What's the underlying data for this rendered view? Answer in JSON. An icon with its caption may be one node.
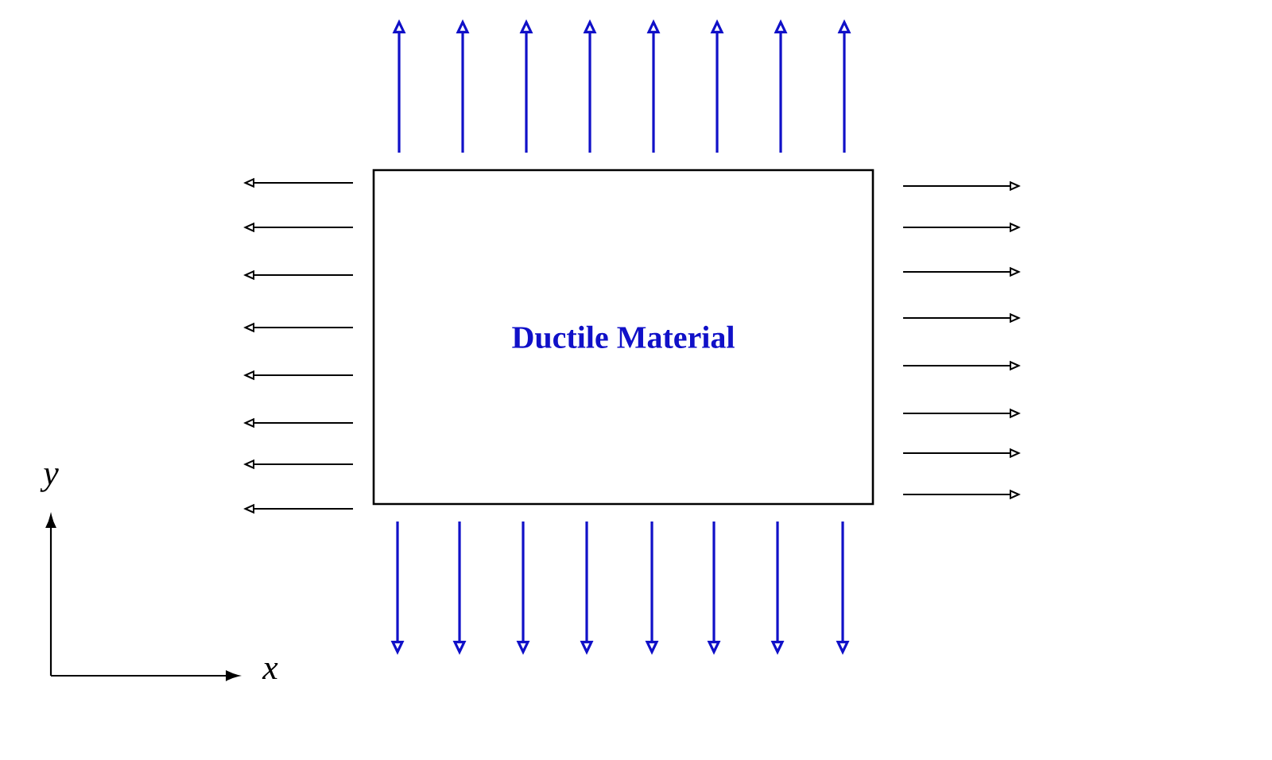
{
  "diagram": {
    "nodes": [
      {
        "text": [
          "Ductile Material"
        ]
      }
    ],
    "labels": [
      "y",
      "x"
    ]
  }
}
